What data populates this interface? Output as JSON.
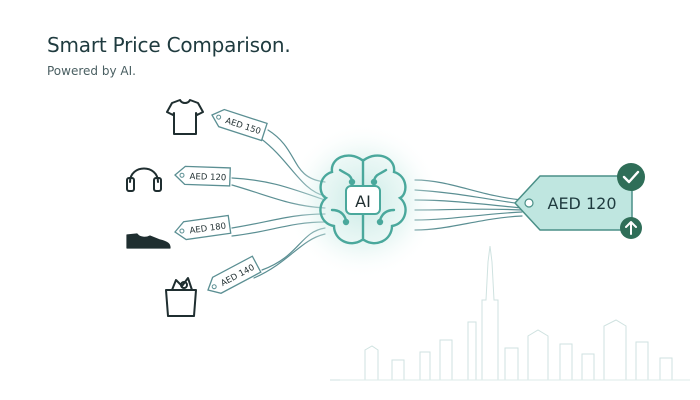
{
  "header": {
    "title": "Smart Price Comparison.",
    "subtitle": "Powered by AI."
  },
  "items": [
    {
      "icon": "tshirt-icon",
      "price": "AED 150"
    },
    {
      "icon": "headphones-icon",
      "price": "AED 120"
    },
    {
      "icon": "sneaker-icon",
      "price": "AED 180"
    },
    {
      "icon": "grocery-bag-icon",
      "price": "AED 140"
    }
  ],
  "brain": {
    "label": "AI"
  },
  "result": {
    "price": "AED 120"
  },
  "colors": {
    "teal": "#4aa89c",
    "teal_light": "#bfe6e0",
    "dark_green": "#2f6e58",
    "line": "#5b8f93",
    "ink": "#1f2e30"
  }
}
